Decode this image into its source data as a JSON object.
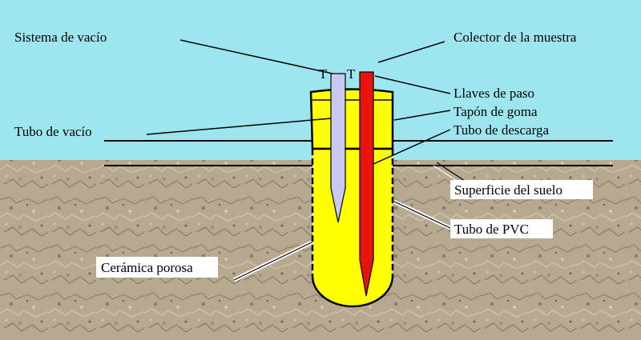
{
  "colors": {
    "sky": "#9ee6ef",
    "soil": "#b6a98f",
    "pvc": "#ffff00",
    "vacuum_tube": "#c8c8f0",
    "discharge_tube": "#e8140c",
    "label_box": "#ffffff"
  },
  "labels": {
    "vacuum_system": "Sistema de vacío",
    "sample_collector": "Colector  de  la muestra",
    "stopcocks": "Llaves de paso",
    "rubber_stopper": "Tapón de goma",
    "discharge_tube": "Tubo de descarga",
    "vacuum_tube": "Tubo de vacío",
    "soil_surface": "Superficie del suelo",
    "pvc_tube": "Tubo de  PVC",
    "porous_ceramic": "Cerámica porosa",
    "valve_left": "T",
    "valve_right": "T"
  }
}
